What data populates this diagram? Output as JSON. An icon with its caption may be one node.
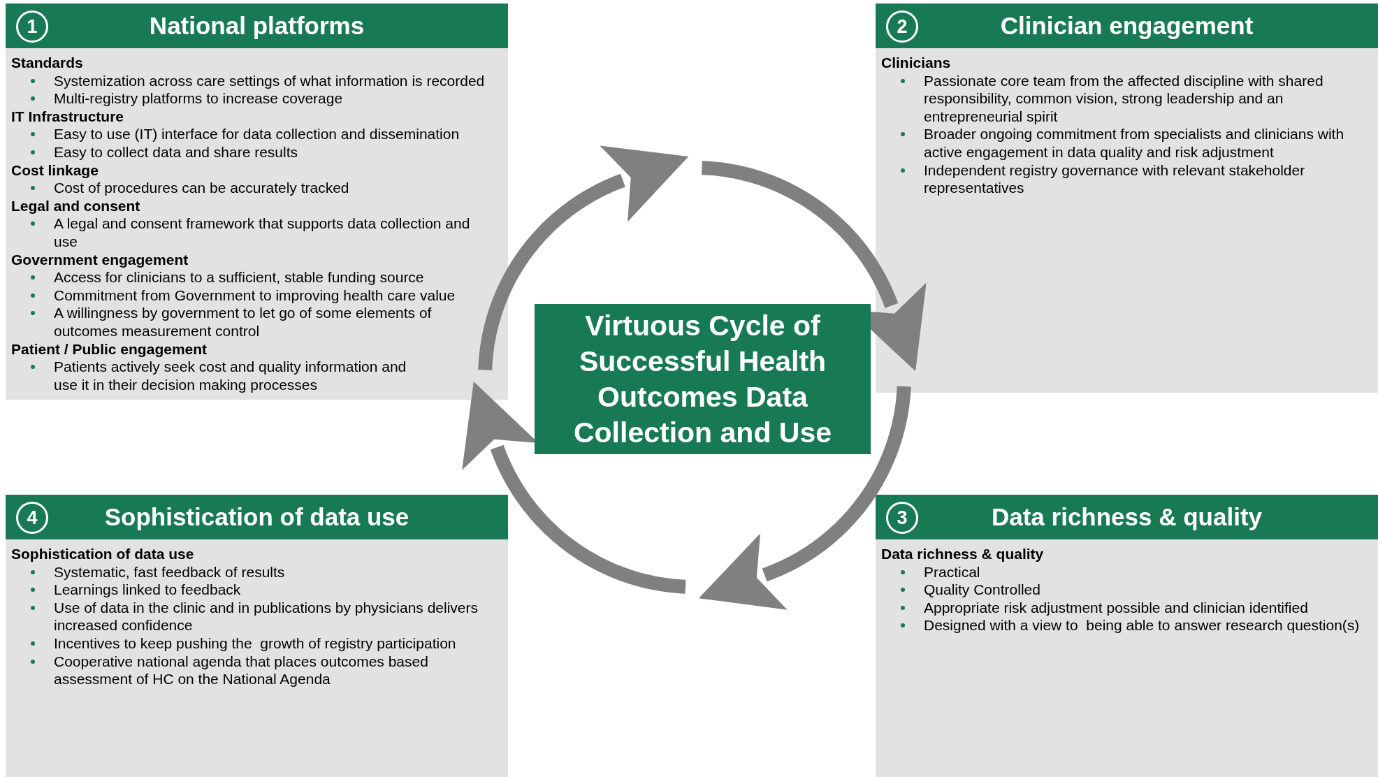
{
  "diagram": {
    "nodes": [
      {
        "text": [
          "1",
          "National platforms",
          "Standards",
          "Systemization across care settings of what information is recorded",
          "Multi-registry platforms to increase coverage",
          "IT Infrastructure",
          "Easy to use (IT) interface for data collection and dissemination",
          "Easy to collect data and share results",
          "Cost linkage",
          "Cost of procedures can be accurately tracked",
          "Legal and consent",
          "A legal and consent framework that supports data collection and use",
          "Government engagement",
          "Access for clinicians to a sufficient, stable funding source",
          "Commitment from Government to improving health care value",
          "A willingness by government to let go of some elements of outcomes measurement control",
          "Patient / Public engagement",
          "Patients actively seek cost and quality information and use it in their decision making processes"
        ]
      },
      {
        "text": [
          "2",
          "Clinician engagement",
          "Clinicians",
          "Passionate core team from the affected discipline with shared responsibility, common vision, strong leadership and an entrepreneurial spirit",
          "Broader ongoing commitment from specialists and clinicians with active engagement in data quality and risk adjustment",
          "Independent registry governance with relevant stakeholder representatives"
        ]
      },
      {
        "text": [
          "Virtuous Cycle of Successful Health Outcomes Data Collection and Use"
        ]
      },
      {
        "text": [
          "4",
          "Sophistication of data use",
          "Sophistication of data use",
          "Systematic, fast feedback of results",
          "Learnings linked to feedback",
          "Use of data in the clinic and in publications by physicians delivers increased confidence",
          "Incentives to keep pushing the  growth of registry participation",
          "Cooperative national agenda that places outcomes based assessment of HC on the National Agenda"
        ]
      },
      {
        "text": [
          "3",
          "Data richness & quality",
          "Data richness & quality",
          "Practical",
          "Quality Controlled",
          "Appropriate risk adjustment possible and clinician identified",
          "Designed with a view to  being able to answer research question(s)"
        ]
      }
    ]
  }
}
